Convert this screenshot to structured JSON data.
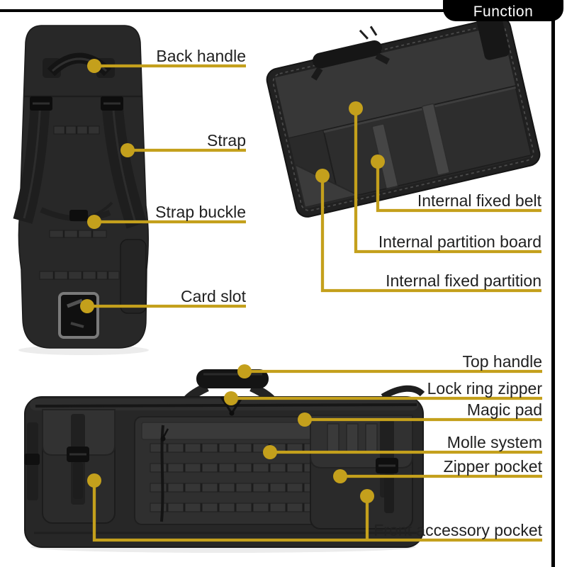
{
  "header": {
    "title": "Function"
  },
  "colors": {
    "accent": "#C4A01C",
    "ink": "#212121",
    "rule": "#000000",
    "badge_bg": "#000000",
    "badge_text": "#FFFFFF",
    "background": "#FFFFFF"
  },
  "labels": {
    "back_handle": "Back handle",
    "strap": "Strap",
    "strap_buckle": "Strap buckle",
    "card_slot": "Card slot",
    "internal_fixed_belt": "Internal fixed belt",
    "internal_partition_board": "Internal partition board",
    "internal_fixed_partition": "Internal fixed partition",
    "top_handle": "Top handle",
    "lock_ring_zipper": "Lock ring zipper",
    "magic_pad": "Magic pad",
    "molle_system": "Molle system",
    "zipper_pocket": "Zipper pocket",
    "front_accessory_pocket": "Front accessory pocket"
  }
}
